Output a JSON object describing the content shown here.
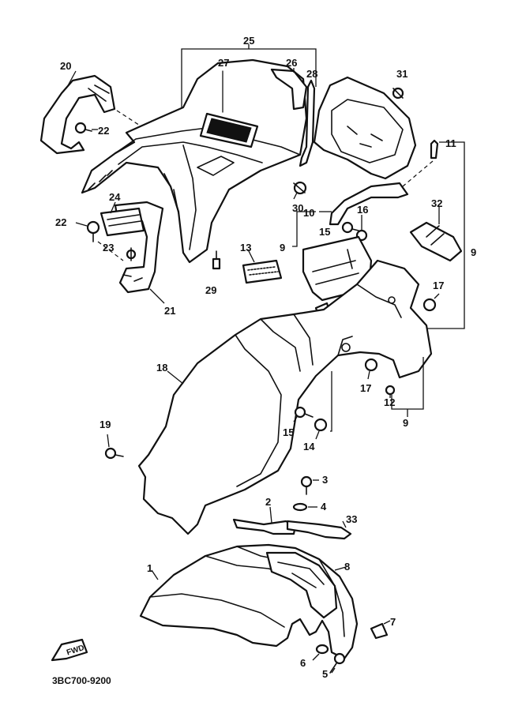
{
  "diagram": {
    "callouts": {
      "p1": "1",
      "p2": "2",
      "p3": "3",
      "p4": "4",
      "p5": "5",
      "p6": "6",
      "p7": "7",
      "p8": "8",
      "p9a": "9",
      "p9b": "9",
      "p9c": "9",
      "p10": "10",
      "p11": "11",
      "p12": "12",
      "p13": "13",
      "p14": "14",
      "p15a": "15",
      "p15b": "15",
      "p16": "16",
      "p17a": "17",
      "p17b": "17",
      "p18": "18",
      "p19": "19",
      "p20": "20",
      "p21": "21",
      "p22a": "22",
      "p22b": "22",
      "p23": "23",
      "p24": "24",
      "p25": "25",
      "p26": "26",
      "p27": "27",
      "p28": "28",
      "p29": "29",
      "p30": "30",
      "p31": "31",
      "p32": "32",
      "p33": "33"
    },
    "fwd_label": "FWD",
    "footer_code": "3BC700-9200"
  }
}
